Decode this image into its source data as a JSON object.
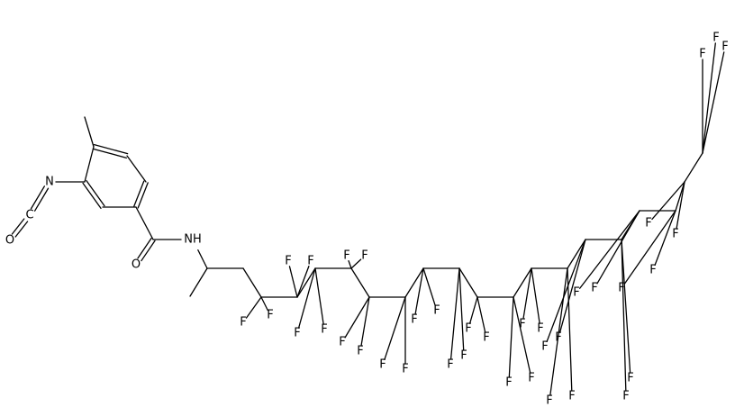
{
  "structure": {
    "atoms": [
      {
        "id": "me1",
        "el": "C"
      },
      {
        "id": "r1",
        "el": "C"
      },
      {
        "id": "r2",
        "el": "C"
      },
      {
        "id": "r3",
        "el": "C"
      },
      {
        "id": "r4",
        "el": "C"
      },
      {
        "id": "r5",
        "el": "C"
      },
      {
        "id": "r6",
        "el": "C"
      },
      {
        "id": "nIso",
        "el": "N",
        "label": "N"
      },
      {
        "id": "cIso",
        "el": "C",
        "label": "C"
      },
      {
        "id": "oIso",
        "el": "O",
        "label": "O"
      },
      {
        "id": "cAm",
        "el": "C"
      },
      {
        "id": "oAm",
        "el": "O",
        "label": "O"
      },
      {
        "id": "nAm",
        "el": "N",
        "label": "NH"
      },
      {
        "id": "ch",
        "el": "C"
      },
      {
        "id": "me2",
        "el": "C"
      },
      {
        "id": "ch2",
        "el": "C"
      },
      {
        "id": "c1",
        "el": "C"
      },
      {
        "id": "c2",
        "el": "C"
      },
      {
        "id": "c3",
        "el": "C"
      },
      {
        "id": "c4",
        "el": "C"
      },
      {
        "id": "c5",
        "el": "C"
      },
      {
        "id": "c6",
        "el": "C"
      },
      {
        "id": "c7",
        "el": "C"
      },
      {
        "id": "c8",
        "el": "C"
      },
      {
        "id": "c9",
        "el": "C"
      },
      {
        "id": "c10",
        "el": "C"
      },
      {
        "id": "c11",
        "el": "C"
      },
      {
        "id": "c12",
        "el": "C"
      },
      {
        "id": "c13",
        "el": "C"
      },
      {
        "id": "c14",
        "el": "C"
      },
      {
        "id": "c15",
        "el": "C"
      },
      {
        "id": "c16",
        "el": "C"
      },
      {
        "id": "c17",
        "el": "C"
      },
      {
        "id": "c18",
        "el": "C"
      }
    ],
    "bonds": [
      {
        "a": "me1",
        "b": "r1",
        "order": 1
      },
      {
        "a": "r1",
        "b": "r2",
        "order": 2
      },
      {
        "a": "r2",
        "b": "r3",
        "order": 1
      },
      {
        "a": "r3",
        "b": "r4",
        "order": 2
      },
      {
        "a": "r4",
        "b": "r5",
        "order": 1
      },
      {
        "a": "r5",
        "b": "r6",
        "order": 2
      },
      {
        "a": "r6",
        "b": "r1",
        "order": 1
      },
      {
        "a": "r6",
        "b": "nIso",
        "order": 1
      },
      {
        "a": "nIso",
        "b": "cIso",
        "order": 2
      },
      {
        "a": "cIso",
        "b": "oIso",
        "order": 2
      },
      {
        "a": "r4",
        "b": "cAm",
        "order": 1
      },
      {
        "a": "cAm",
        "b": "oAm",
        "order": 2
      },
      {
        "a": "cAm",
        "b": "nAm",
        "order": 1
      },
      {
        "a": "nAm",
        "b": "ch",
        "order": 1
      },
      {
        "a": "ch",
        "b": "me2",
        "order": 1
      },
      {
        "a": "ch",
        "b": "ch2",
        "order": 1
      },
      {
        "a": "ch2",
        "b": "c1",
        "order": 1
      },
      {
        "a": "c1",
        "b": "c2",
        "order": 1
      },
      {
        "a": "c2",
        "b": "c3",
        "order": 1
      },
      {
        "a": "c3",
        "b": "c4",
        "order": 1
      },
      {
        "a": "c4",
        "b": "c5",
        "order": 1
      },
      {
        "a": "c5",
        "b": "c6",
        "order": 1
      },
      {
        "a": "c6",
        "b": "c7",
        "order": 1
      },
      {
        "a": "c7",
        "b": "c8",
        "order": 1
      },
      {
        "a": "c8",
        "b": "c9",
        "order": 1
      },
      {
        "a": "c9",
        "b": "c10",
        "order": 1
      },
      {
        "a": "c10",
        "b": "c11",
        "order": 1
      },
      {
        "a": "c11",
        "b": "c12",
        "order": 1
      },
      {
        "a": "c12",
        "b": "c13",
        "order": 1
      },
      {
        "a": "c13",
        "b": "c14",
        "order": 1
      },
      {
        "a": "c14",
        "b": "c15",
        "order": 1
      },
      {
        "a": "c15",
        "b": "c16",
        "order": 1
      },
      {
        "a": "c16",
        "b": "c17",
        "order": 1
      },
      {
        "a": "c17",
        "b": "c18",
        "order": 1
      }
    ],
    "fluorine_label": "F",
    "fluorinated_carbons": [
      "c1",
      "c2",
      "c3",
      "c4",
      "c5",
      "c6",
      "c7",
      "c8",
      "c9",
      "c10",
      "c11",
      "c12",
      "c13",
      "c14",
      "c15",
      "c16",
      "c17",
      "c18"
    ],
    "fluorine_count": 37
  }
}
